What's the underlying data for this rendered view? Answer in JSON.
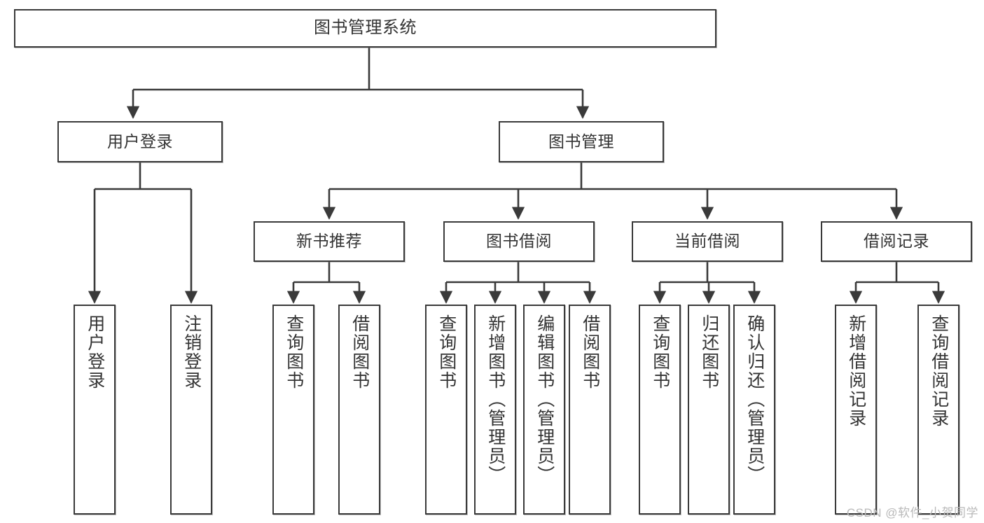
{
  "diagram": {
    "title": "图书管理系统",
    "style": {
      "box_border_color": "#3a3a3a",
      "box_fill_color": "#ffffff",
      "text_color": "#333333",
      "edge_color": "#3a3a3a",
      "canvas_background": "#ffffff"
    },
    "nodes": {
      "root": {
        "label": "图书管理系统"
      },
      "level2": [
        {
          "id": "user-login",
          "label": "用户登录"
        },
        {
          "id": "book-manage",
          "label": "图书管理"
        }
      ],
      "level3": [
        {
          "id": "new-book-recommend",
          "label": "新书推荐"
        },
        {
          "id": "book-borrow",
          "label": "图书借阅"
        },
        {
          "id": "current-borrow",
          "label": "当前借阅"
        },
        {
          "id": "borrow-record",
          "label": "借阅记录"
        }
      ],
      "leaves": {
        "user-login": [
          {
            "id": "leaf-user-login",
            "label": "用户登录"
          },
          {
            "id": "leaf-logout",
            "label": "注销登录"
          }
        ],
        "new-book-recommend": [
          {
            "id": "leaf-query-book-1",
            "label": "查询图书"
          },
          {
            "id": "leaf-borrow-book-1",
            "label": "借阅图书"
          }
        ],
        "book-borrow": [
          {
            "id": "leaf-query-book-2",
            "label": "查询图书"
          },
          {
            "id": "leaf-add-book",
            "label": "新增图书（管理员）"
          },
          {
            "id": "leaf-edit-book",
            "label": "编辑图书（管理员）"
          },
          {
            "id": "leaf-borrow-book-2",
            "label": "借阅图书"
          }
        ],
        "current-borrow": [
          {
            "id": "leaf-query-book-3",
            "label": "查询图书"
          },
          {
            "id": "leaf-return-book",
            "label": "归还图书"
          },
          {
            "id": "leaf-confirm-return",
            "label": "确认归还（管理员）"
          }
        ],
        "borrow-record": [
          {
            "id": "leaf-add-record",
            "label": "新增借阅记录"
          },
          {
            "id": "leaf-query-record",
            "label": "查询借阅记录"
          }
        ]
      }
    },
    "watermark": "CSDN @软件_小贺同学"
  }
}
